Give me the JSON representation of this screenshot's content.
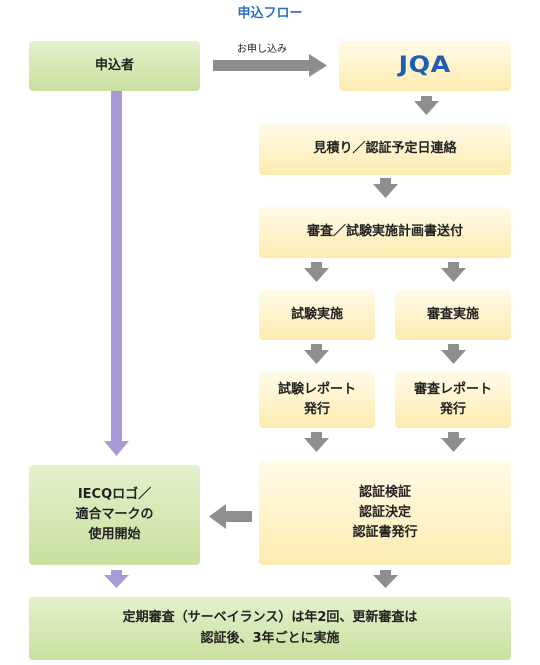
{
  "title": "申込フロー",
  "boxes": {
    "applicant": "申込者",
    "jqa": "JQA",
    "estimate": "見積り／認証予定日連絡",
    "plan": "審査／試験実施計画書送付",
    "test_exec": "試験実施",
    "audit_exec": "審査実施",
    "test_report": "試験レポート\n発行",
    "audit_report": "審査レポート\n発行",
    "certification": "認証検証\n認証決定\n認証書発行",
    "logo_use": "IECQロゴ／\n適合マークの\n使用開始",
    "surveillance": "定期審査（サーベイランス）は年2回、更新審査は\n認証後、3年ごとに実施"
  },
  "arrow_labels": {
    "apply": "お申し込み"
  },
  "colors": {
    "arrow_gray": "#8e8e8e",
    "arrow_purple": "#a89ad4",
    "title_blue": "#2a6fbf",
    "logo_blue": "#1f5fb3"
  }
}
